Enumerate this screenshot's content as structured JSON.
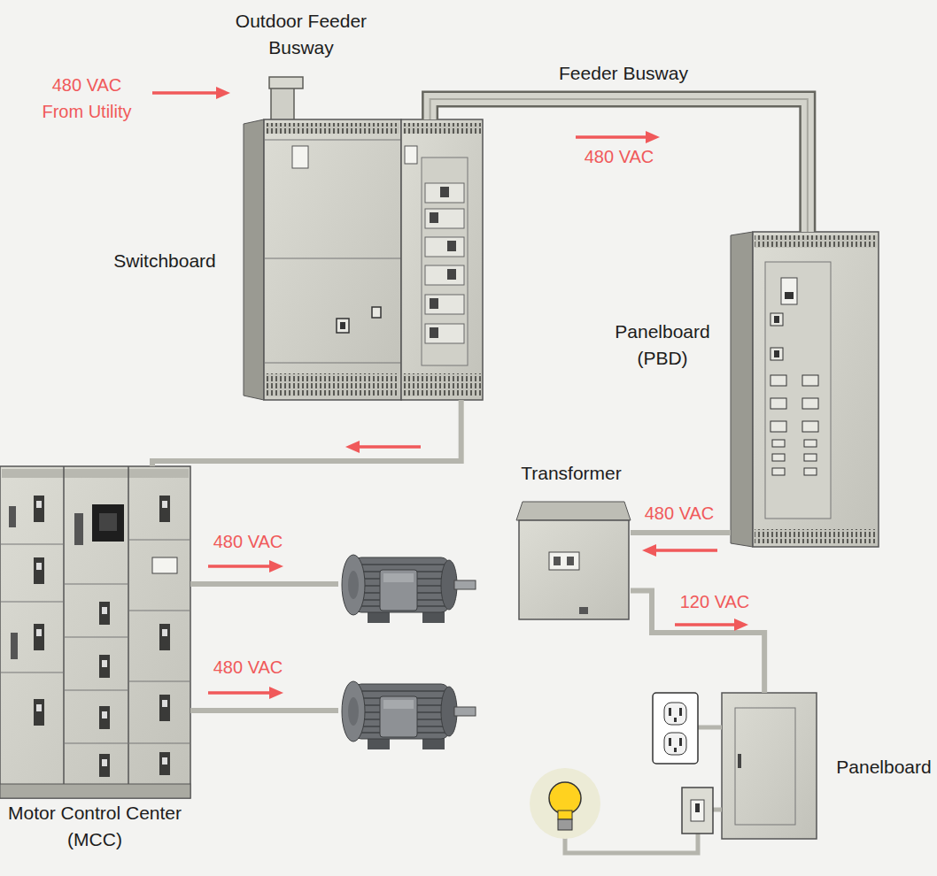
{
  "diagram": {
    "nodes": [
      {
        "text": [
          "Switchboard"
        ]
      },
      {
        "text": [
          "Panelboard (PBD)"
        ]
      },
      {
        "text": [
          "Transformer"
        ]
      },
      {
        "text": [
          "Motor Control Center (MCC)"
        ]
      },
      {
        "text": [
          "Panelboard"
        ]
      }
    ],
    "edges": [
      {
        "from": 0,
        "to": 1,
        "arrow": "to",
        "label": "480 VAC"
      },
      {
        "from": 0,
        "to": 3,
        "arrow": "to"
      },
      {
        "from": 1,
        "to": 2,
        "arrow": "to",
        "label": "480 VAC"
      },
      {
        "from": 2,
        "to": 4,
        "arrow": "to",
        "label": "120 VAC"
      }
    ],
    "labels": [
      "480 VAC From Utility",
      "Outdoor Feeder Busway",
      "Feeder Busway",
      "480 VAC",
      "480 VAC"
    ]
  }
}
